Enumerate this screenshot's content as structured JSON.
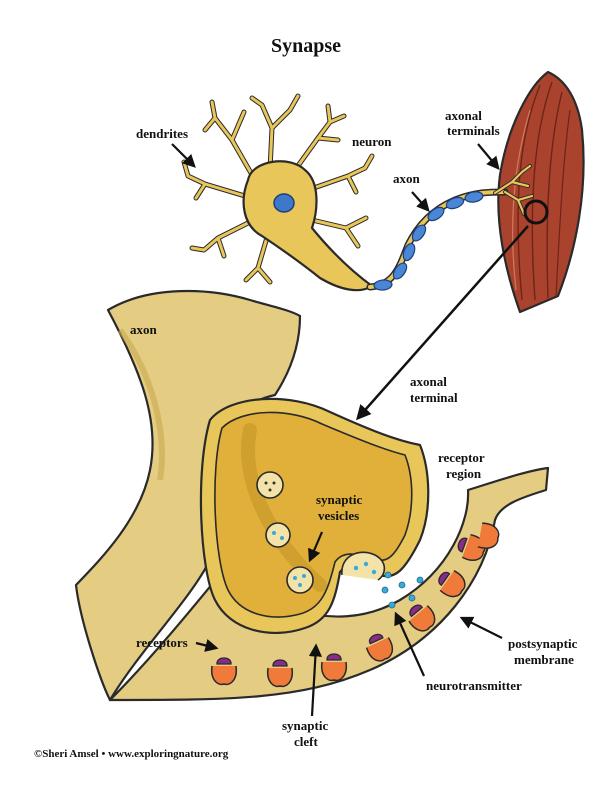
{
  "title": "Synapse",
  "labels": {
    "dendrites": "dendrites",
    "neuron": "neuron",
    "axon_top": "axon",
    "axonal_terminals": [
      "axonal",
      "terminals"
    ],
    "axon_big": "axon",
    "axonal_terminal": [
      "axonal",
      "terminal"
    ],
    "receptor_region": [
      "receptor",
      "region"
    ],
    "synaptic_vesicles": [
      "synaptic",
      "vesicles"
    ],
    "receptors": "receptors",
    "postsynaptic_membrane": [
      "postsynaptic",
      "membrane"
    ],
    "neurotransmitter": "neurotransmitter",
    "synaptic_cleft": [
      "synaptic",
      "cleft"
    ]
  },
  "credit": "©Sheri Amsel • www.exploringnature.org",
  "colors": {
    "cell_fill": "#e8c65a",
    "cell_light": "#f3dc8e",
    "axon_fill": "#e4cd83",
    "axon_shadow": "#c9a84e",
    "terminal_inner": "#e0b03a",
    "nucleus": "#3f77c9",
    "myelin": "#4a86d6",
    "muscle": "#a9432e",
    "muscle_dark": "#6e2418",
    "receptor": "#f07a3a",
    "receptor_top": "#8a2a8a",
    "neurotransmitter": "#3aa9d8",
    "vesicle": "#f3e3a8",
    "arrow": "#111111"
  }
}
